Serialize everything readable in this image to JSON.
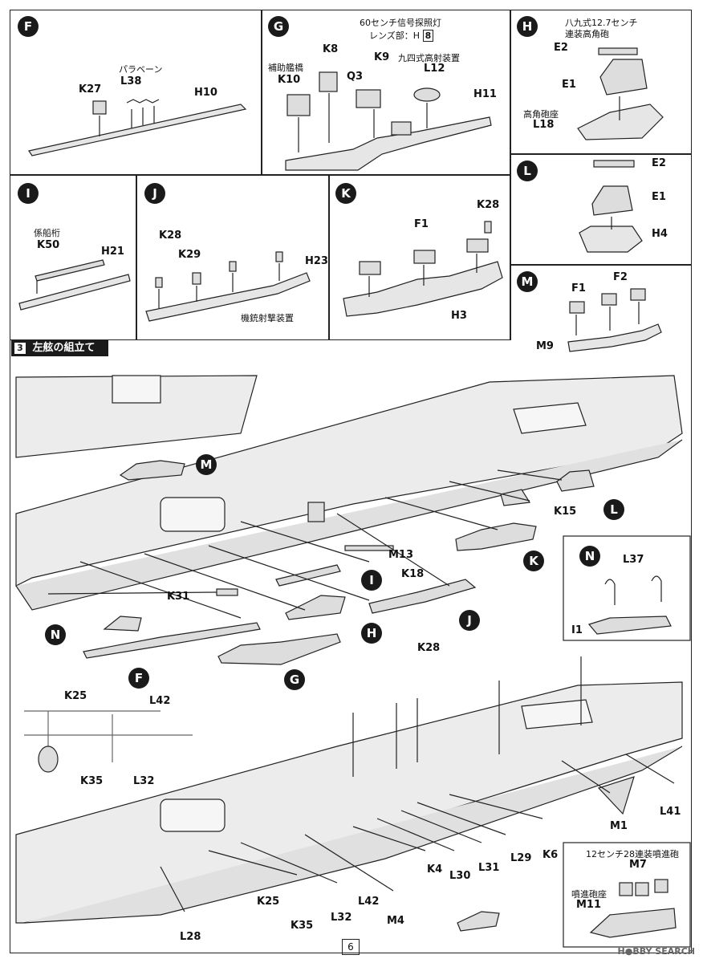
{
  "panels": {
    "F": {
      "badge": "F",
      "note": "パラベーン",
      "parts": [
        "K27",
        "L38",
        "H10"
      ]
    },
    "G": {
      "badge": "G",
      "note1": "60センチ信号探照灯",
      "note2": "レンズ部：H",
      "note2_box": "8",
      "note3": "補助艦橋",
      "note4": "九四式高射装置",
      "parts": [
        "K8",
        "K10",
        "Q3",
        "K9",
        "L12",
        "H11"
      ]
    },
    "H": {
      "badge": "H",
      "note1": "八九式12.7センチ",
      "note2": "連装高角砲",
      "note3": "高角砲座",
      "parts": [
        "E2",
        "E1",
        "L18"
      ]
    },
    "I": {
      "badge": "I",
      "note": "係船桁",
      "parts": [
        "K50",
        "H21"
      ]
    },
    "J": {
      "badge": "J",
      "note": "機銃射撃装置",
      "parts": [
        "K28",
        "K29",
        "H23"
      ]
    },
    "K": {
      "badge": "K",
      "parts": [
        "K28",
        "F1",
        "H3"
      ]
    },
    "L": {
      "badge": "L",
      "parts": [
        "E2",
        "E1",
        "H4"
      ]
    },
    "M": {
      "badge": "M",
      "parts": [
        "F1",
        "F2",
        "M9"
      ]
    }
  },
  "section": {
    "number": "3",
    "title": "左舷の組立て"
  },
  "step1": {
    "callouts": [
      "M",
      "L",
      "K",
      "I",
      "H",
      "J",
      "G",
      "F",
      "N"
    ],
    "parts": [
      "K15",
      "M13",
      "K18",
      "K31"
    ]
  },
  "inset_N": {
    "badge": "N",
    "parts": [
      "L37",
      "I1"
    ]
  },
  "step2": {
    "parts": [
      "K28",
      "K25",
      "L42",
      "K35",
      "L32",
      "M1",
      "L41",
      "K6",
      "L29",
      "L31",
      "L30",
      "K4",
      "M4",
      "K25",
      "K35",
      "L32",
      "L42",
      "L28"
    ]
  },
  "inset_M7": {
    "note1": "12センチ28連装噴進砲",
    "note2": "噴進砲座",
    "parts": [
      "M7",
      "M11"
    ]
  },
  "footer": {
    "page": "6",
    "watermark": "H●BBY SEARCH"
  }
}
